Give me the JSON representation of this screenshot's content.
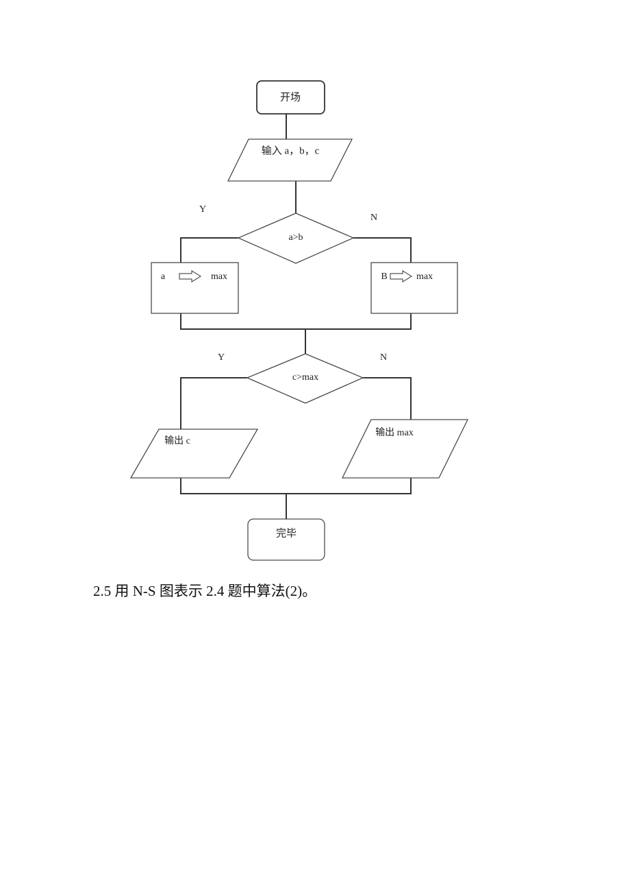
{
  "flowchart": {
    "start": "开场",
    "input": "输入 a，b，c",
    "decision1": {
      "condition": "a>b",
      "yes": "Y",
      "no": "N"
    },
    "assign_yes": {
      "left": "a",
      "right": "max"
    },
    "assign_no": {
      "left": "B",
      "right": "max"
    },
    "decision2": {
      "condition": "c>max",
      "yes": "Y",
      "no": "N"
    },
    "output_yes": "输出 c",
    "output_no": "输出 max",
    "end": "完毕"
  },
  "caption": "2.5 用 N-S 图表示 2.4 题中算法(2)。"
}
